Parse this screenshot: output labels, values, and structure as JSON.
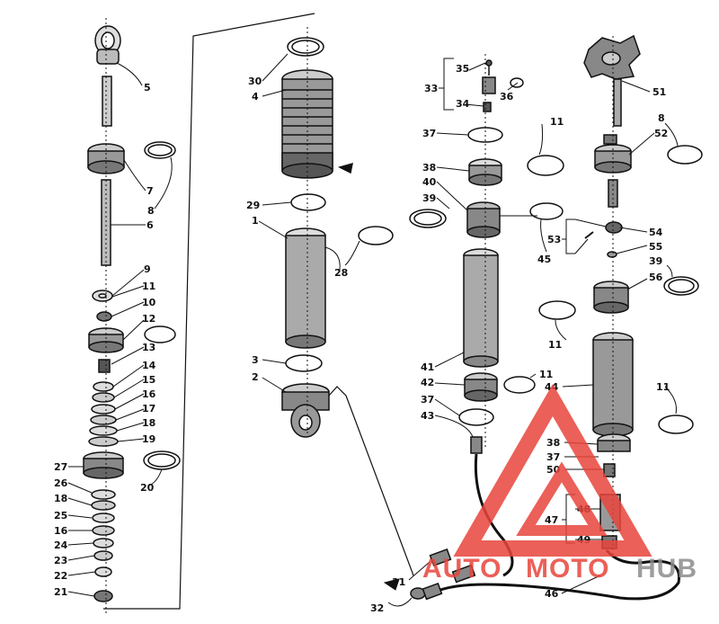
{
  "diagram": {
    "callouts": [
      {
        "id": "c5",
        "text": "5"
      },
      {
        "id": "c7",
        "text": "7"
      },
      {
        "id": "c8a",
        "text": "8"
      },
      {
        "id": "c6",
        "text": "6"
      },
      {
        "id": "c9",
        "text": "9"
      },
      {
        "id": "c11a",
        "text": "11"
      },
      {
        "id": "c10",
        "text": "10"
      },
      {
        "id": "c12",
        "text": "12"
      },
      {
        "id": "c13",
        "text": "13"
      },
      {
        "id": "c14",
        "text": "14"
      },
      {
        "id": "c15",
        "text": "15"
      },
      {
        "id": "c16a",
        "text": "16"
      },
      {
        "id": "c17",
        "text": "17"
      },
      {
        "id": "c18a",
        "text": "18"
      },
      {
        "id": "c19",
        "text": "19"
      },
      {
        "id": "c27",
        "text": "27"
      },
      {
        "id": "c20",
        "text": "20"
      },
      {
        "id": "c26",
        "text": "26"
      },
      {
        "id": "c18b",
        "text": "18"
      },
      {
        "id": "c25",
        "text": "25"
      },
      {
        "id": "c16b",
        "text": "16"
      },
      {
        "id": "c24",
        "text": "24"
      },
      {
        "id": "c23",
        "text": "23"
      },
      {
        "id": "c22",
        "text": "22"
      },
      {
        "id": "c21",
        "text": "21"
      },
      {
        "id": "c30",
        "text": "30"
      },
      {
        "id": "c4",
        "text": "4"
      },
      {
        "id": "c29",
        "text": "29"
      },
      {
        "id": "c1",
        "text": "1"
      },
      {
        "id": "c28",
        "text": "28"
      },
      {
        "id": "c3",
        "text": "3"
      },
      {
        "id": "c2",
        "text": "2"
      },
      {
        "id": "c33",
        "text": "33"
      },
      {
        "id": "c35",
        "text": "35"
      },
      {
        "id": "c36",
        "text": "36"
      },
      {
        "id": "c34",
        "text": "34"
      },
      {
        "id": "c37a",
        "text": "37"
      },
      {
        "id": "c11b",
        "text": "11"
      },
      {
        "id": "c38a",
        "text": "38"
      },
      {
        "id": "c40",
        "text": "40"
      },
      {
        "id": "c39a",
        "text": "39"
      },
      {
        "id": "c45",
        "text": "45"
      },
      {
        "id": "c41",
        "text": "41"
      },
      {
        "id": "c42",
        "text": "42"
      },
      {
        "id": "c11c",
        "text": "11"
      },
      {
        "id": "c37b",
        "text": "37"
      },
      {
        "id": "c43",
        "text": "43"
      },
      {
        "id": "c51",
        "text": "51"
      },
      {
        "id": "c8b",
        "text": "8"
      },
      {
        "id": "c52",
        "text": "52"
      },
      {
        "id": "c53",
        "text": "53"
      },
      {
        "id": "c54",
        "text": "54"
      },
      {
        "id": "c55",
        "text": "55"
      },
      {
        "id": "c39b",
        "text": "39"
      },
      {
        "id": "c56",
        "text": "56"
      },
      {
        "id": "c11d",
        "text": "11"
      },
      {
        "id": "c44",
        "text": "44"
      },
      {
        "id": "c11e",
        "text": "11"
      },
      {
        "id": "c38b",
        "text": "38"
      },
      {
        "id": "c37c",
        "text": "37"
      },
      {
        "id": "c50",
        "text": "50"
      },
      {
        "id": "c48",
        "text": "48"
      },
      {
        "id": "c47",
        "text": "47"
      },
      {
        "id": "c49",
        "text": "49"
      },
      {
        "id": "c46",
        "text": "46"
      },
      {
        "id": "c31",
        "text": "31"
      },
      {
        "id": "c32",
        "text": "32"
      }
    ]
  },
  "watermark": {
    "word_part1": "AUTO",
    "word_part2": "MOTO",
    "word_part3": "HUB",
    "color_red": "#e8453c",
    "color_gray": "#8c8c8c"
  },
  "colors": {
    "ink": "#111111",
    "paper": "#ffffff"
  }
}
